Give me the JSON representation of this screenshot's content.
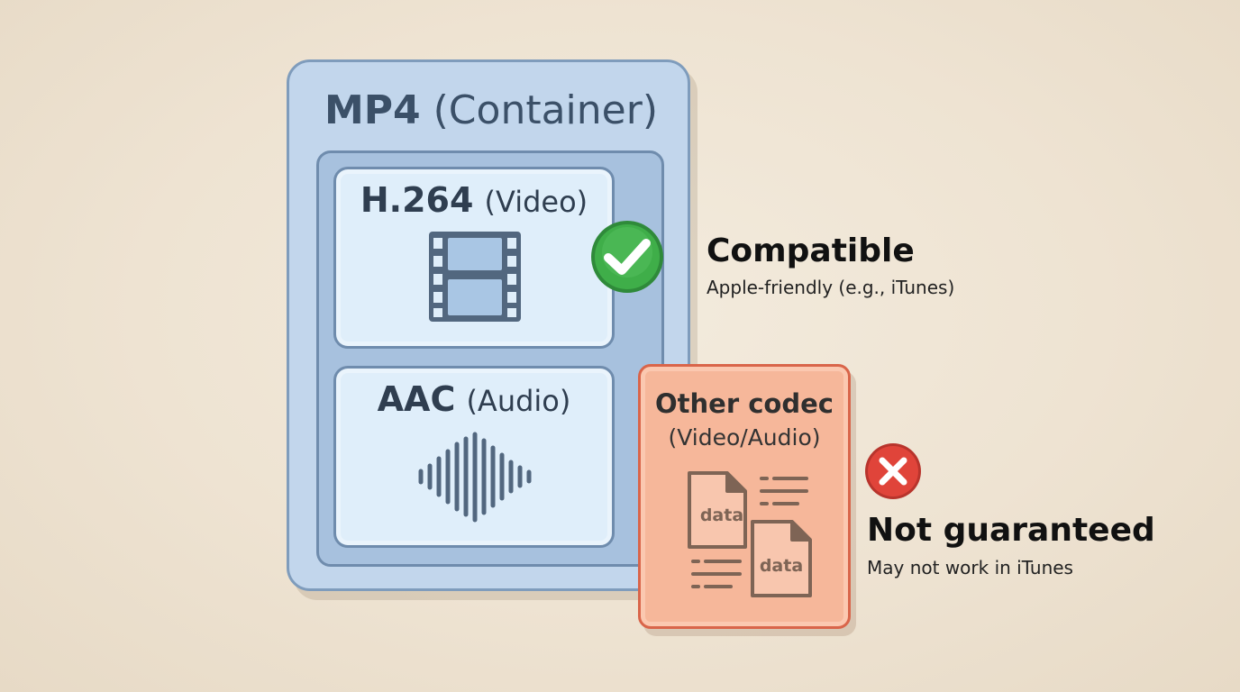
{
  "container": {
    "name": "MP4",
    "role": "(Container)"
  },
  "video": {
    "name": "H.264",
    "role": "(Video)",
    "icon": "film-strip-icon"
  },
  "audio": {
    "name": "AAC",
    "role": "(Audio)",
    "icon": "sound-wave-icon"
  },
  "other": {
    "title": "Other codec",
    "subtitle": "(Video/Audio)",
    "file_label_1": "data",
    "file_label_2": "data"
  },
  "compatible": {
    "heading": "Compatible",
    "detail": "Apple-friendly (e.g., iTunes)",
    "icon": "check-icon",
    "color": "#3fae49"
  },
  "not_guaranteed": {
    "heading": "Not guaranteed",
    "detail": "May not work in iTunes",
    "icon": "x-icon",
    "color": "#e0443a"
  },
  "colors": {
    "container": "#c2d6ec",
    "codec_box": "#dfeefa",
    "other_box": "#f6b79a"
  }
}
